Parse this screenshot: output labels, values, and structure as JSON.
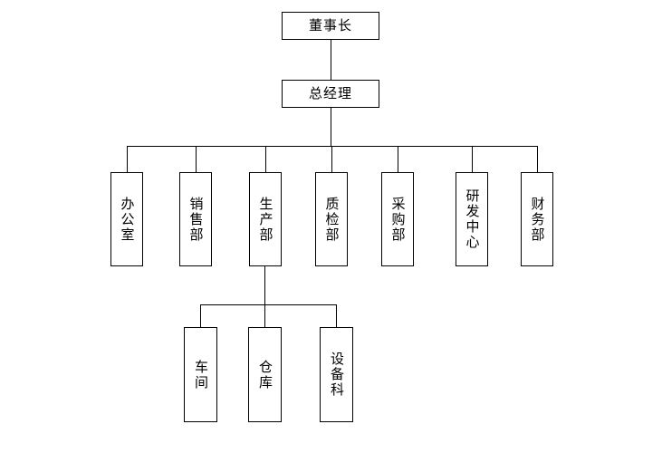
{
  "colors": {
    "line": "#000000",
    "box_border": "#000000",
    "box_background": "#ffffff",
    "text": "#000000",
    "page_background": "#ffffff"
  },
  "org": {
    "root": {
      "label": "董事长"
    },
    "level2": {
      "label": "总经理"
    },
    "departments": [
      {
        "label": "办公室"
      },
      {
        "label": "销售部"
      },
      {
        "label": "生产部"
      },
      {
        "label": "质检部"
      },
      {
        "label": "采购部"
      },
      {
        "label": "研发中心"
      },
      {
        "label": "财务部"
      }
    ],
    "production_children": [
      {
        "label": "车间"
      },
      {
        "label": "仓库"
      },
      {
        "label": "设备科"
      }
    ]
  }
}
